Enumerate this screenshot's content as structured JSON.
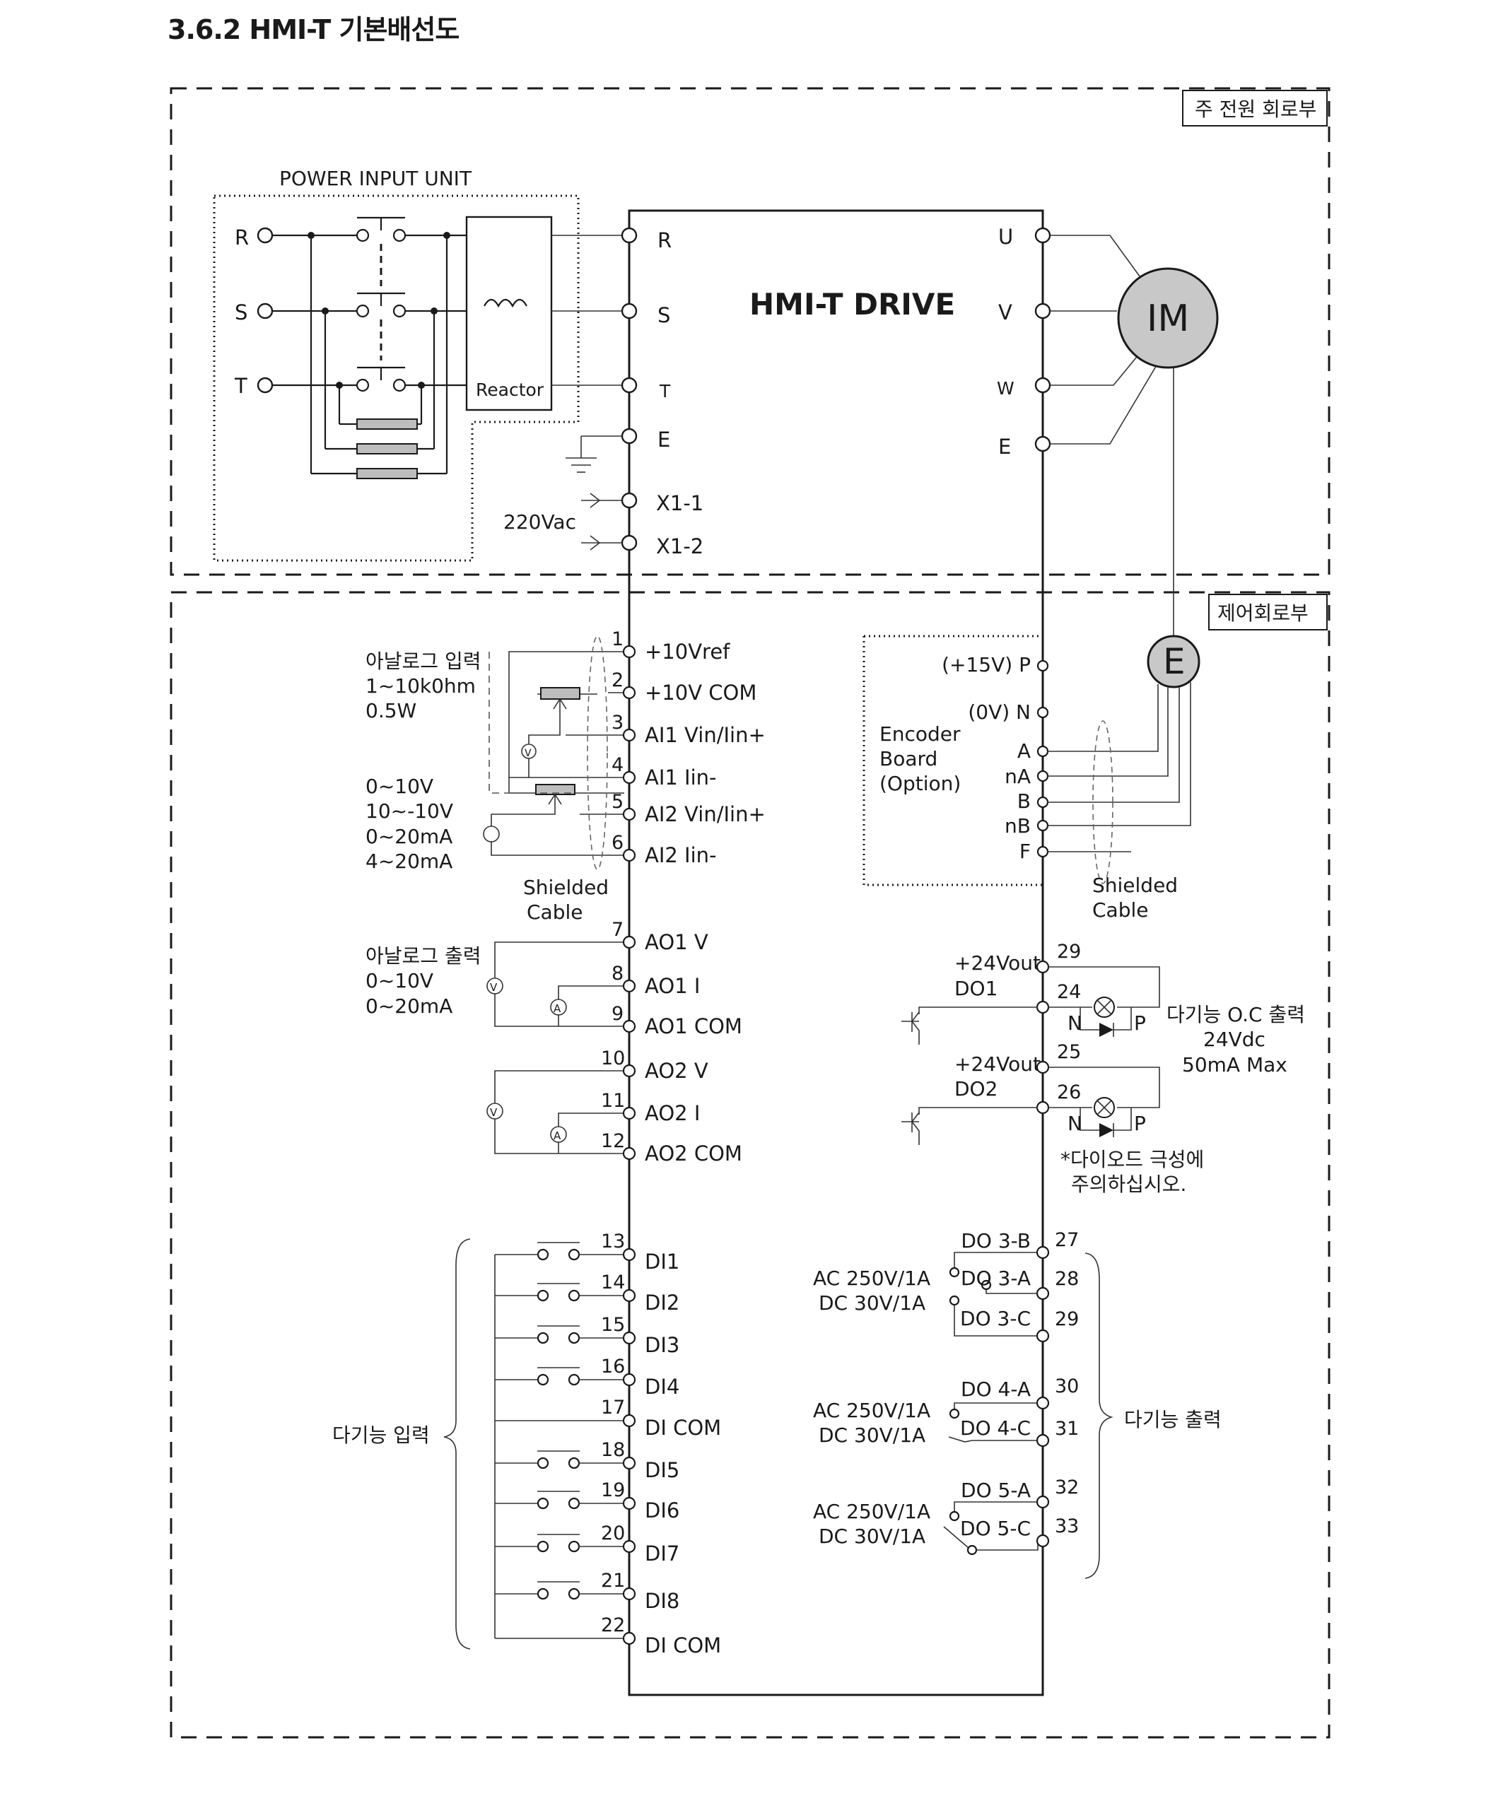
{
  "title": "3.6.2 HMI-T 기본배선도",
  "sections": {
    "main_power": "주 전원 회로부",
    "control": "제어회로부"
  },
  "power_unit": {
    "title": "POWER INPUT UNIT",
    "reactor": "Reactor",
    "inputs": [
      "R",
      "S",
      "T"
    ]
  },
  "drive": {
    "name": "HMI-T DRIVE",
    "left_power_terminals": [
      "R",
      "S",
      "T",
      "E",
      "X1-1",
      "X1-2"
    ],
    "right_power_terminals": [
      "U",
      "V",
      "W",
      "E"
    ],
    "supply": "220Vac"
  },
  "motor": {
    "label": "IM"
  },
  "encoder": {
    "label": "E"
  },
  "analog_input": {
    "label": "아날로그 입력",
    "spec_line1": "1~10k0hm",
    "spec_line2": "0.5W",
    "range_lines": [
      "0~10V",
      "10~-10V",
      "0~20mA",
      "4~20mA"
    ],
    "shield_line1": "Shielded",
    "shield_line2": "Cable",
    "terminals": [
      {
        "num": "1",
        "name": "+10Vref"
      },
      {
        "num": "2",
        "name": "+10V COM"
      },
      {
        "num": "3",
        "name": "AI1 Vin/Iin+"
      },
      {
        "num": "4",
        "name": "AI1 Iin-"
      },
      {
        "num": "5",
        "name": "AI2 Vin/Iin+"
      },
      {
        "num": "6",
        "name": "AI2 Iin-"
      }
    ]
  },
  "analog_output": {
    "label": "아날로그 출력",
    "range_lines": [
      "0~10V",
      "0~20mA"
    ],
    "terminals": [
      {
        "num": "7",
        "name": "AO1 V"
      },
      {
        "num": "8",
        "name": "AO1 I"
      },
      {
        "num": "9",
        "name": "AO1 COM"
      },
      {
        "num": "10",
        "name": "AO2 V"
      },
      {
        "num": "11",
        "name": "AO2 I"
      },
      {
        "num": "12",
        "name": "AO2 COM"
      }
    ],
    "meter_v": "V",
    "meter_a": "A"
  },
  "digital_input": {
    "label": "다기능 입력",
    "terminals": [
      {
        "num": "13",
        "name": "DI1"
      },
      {
        "num": "14",
        "name": "DI2"
      },
      {
        "num": "15",
        "name": "DI3"
      },
      {
        "num": "16",
        "name": "DI4"
      },
      {
        "num": "17",
        "name": "DI COM"
      },
      {
        "num": "18",
        "name": "DI5"
      },
      {
        "num": "19",
        "name": "DI6"
      },
      {
        "num": "20",
        "name": "DI7"
      },
      {
        "num": "21",
        "name": "DI8"
      },
      {
        "num": "22",
        "name": "DI COM"
      }
    ]
  },
  "encoder_board": {
    "title_lines": [
      "Encoder",
      "Board",
      "(Option)"
    ],
    "terminals": [
      "(+15V) P",
      "(0V) N",
      "A",
      "nA",
      "B",
      "nB",
      "F"
    ],
    "shield_line1": "Shielded",
    "shield_line2": "Cable"
  },
  "oc_output": {
    "vout": "+24Vout",
    "do1": "DO1",
    "do2": "DO2",
    "nums": [
      "29",
      "24",
      "25",
      "26"
    ],
    "n": "N",
    "p": "P",
    "label_lines": [
      "다기능 O.C 출력",
      "24Vdc",
      "50mA Max"
    ],
    "note_lines": [
      "*다이오드 극성에",
      "주의하십시오."
    ]
  },
  "relay_output": {
    "label": "다기능 출력",
    "rating_line1": "AC 250V/1A",
    "rating_line2": "DC 30V/1A",
    "terminals": [
      {
        "num": "27",
        "name": "DO 3-B"
      },
      {
        "num": "28",
        "name": "DO 3-A"
      },
      {
        "num": "29",
        "name": "DO 3-C"
      },
      {
        "num": "30",
        "name": "DO 4-A"
      },
      {
        "num": "31",
        "name": "DO 4-C"
      },
      {
        "num": "32",
        "name": "DO 5-A"
      },
      {
        "num": "33",
        "name": "DO 5-C"
      }
    ]
  }
}
